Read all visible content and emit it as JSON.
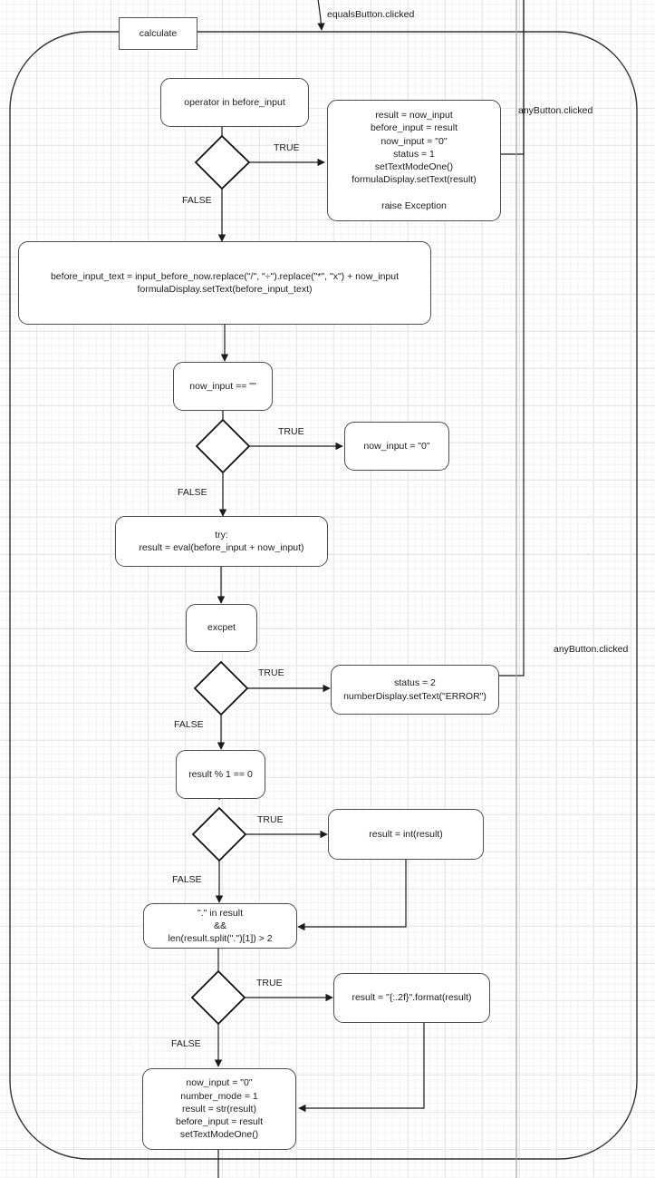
{
  "diagram": {
    "title": "calculate",
    "container_label": "calculate",
    "entry_events": [
      {
        "name": "equals-event",
        "label": "equalsButton.clicked"
      },
      {
        "name": "any-button-event-top",
        "label": "anyButton.clicked"
      },
      {
        "name": "any-button-event-bottom",
        "label": "anyButton.clicked"
      }
    ],
    "branch_labels": {
      "true": "TRUE",
      "false": "FALSE"
    },
    "nodes": [
      {
        "id": "n1",
        "type": "process",
        "text": "operator in before_input"
      },
      {
        "id": "n2",
        "type": "decision",
        "text": ""
      },
      {
        "id": "n3",
        "type": "process",
        "text": "result = now_input\nbefore_input = result\nnow_input = \"0\"\nstatus = 1\nsetTextModeOne()\nformulaDisplay.setText(result)\n\nraise Exception"
      },
      {
        "id": "n4",
        "type": "process",
        "text": "before_input_text = input_before_now.replace(\"/\", \"÷\").replace(\"*\", \"x\") + now_input\nformulaDisplay.setText(before_input_text)"
      },
      {
        "id": "n5",
        "type": "process",
        "text": "now_input == \"\""
      },
      {
        "id": "n6",
        "type": "decision",
        "text": ""
      },
      {
        "id": "n7",
        "type": "process",
        "text": "now_input = \"0\""
      },
      {
        "id": "n8",
        "type": "process",
        "text": "try:\nresult = eval(before_input + now_input)"
      },
      {
        "id": "n9",
        "type": "process",
        "text": "excpet"
      },
      {
        "id": "n10",
        "type": "decision",
        "text": ""
      },
      {
        "id": "n11",
        "type": "process",
        "text": "status = 2\nnumberDisplay.setText(\"ERROR\")"
      },
      {
        "id": "n12",
        "type": "process",
        "text": "result % 1 == 0"
      },
      {
        "id": "n13",
        "type": "decision",
        "text": ""
      },
      {
        "id": "n14",
        "type": "process",
        "text": "result = int(result)"
      },
      {
        "id": "n15",
        "type": "process",
        "text": "\".\" in result\n&&\nlen(result.split(\".\")[1]) > 2"
      },
      {
        "id": "n16",
        "type": "decision",
        "text": ""
      },
      {
        "id": "n17",
        "type": "process",
        "text": "result = \"{:.2f}\".format(result)"
      },
      {
        "id": "n18",
        "type": "process",
        "text": "now_input = \"0\"\nnumber_mode = 1\nresult = str(result)\nbefore_input = result\nsetTextModeOne()"
      }
    ],
    "edge_labels": [
      {
        "id": "e1",
        "text": "TRUE"
      },
      {
        "id": "e2",
        "text": "FALSE"
      },
      {
        "id": "e3",
        "text": "TRUE"
      },
      {
        "id": "e4",
        "text": "FALSE"
      },
      {
        "id": "e5",
        "text": "TRUE"
      },
      {
        "id": "e6",
        "text": "FALSE"
      },
      {
        "id": "e7",
        "text": "TRUE"
      },
      {
        "id": "e8",
        "text": "FALSE"
      },
      {
        "id": "e9",
        "text": "TRUE"
      },
      {
        "id": "e10",
        "text": "FALSE"
      }
    ],
    "colors": {
      "node_border": "#4d4d4d",
      "node_fill": "#ffffff",
      "text": "#1b1b1b",
      "connector": "#333333",
      "grid_major": "#e8e8e8",
      "grid_minor": "#f3f3f3",
      "container_border": "#333333"
    }
  }
}
